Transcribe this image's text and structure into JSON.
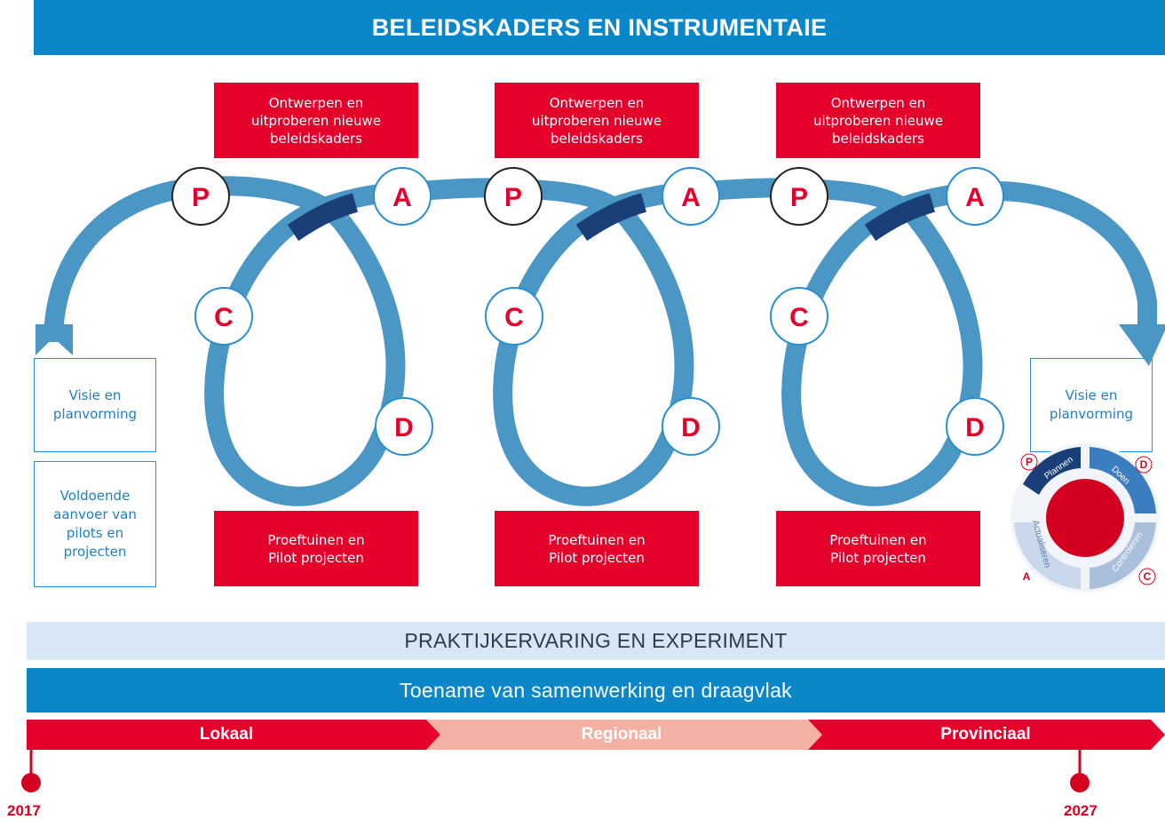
{
  "header": {
    "title": "BELEIDSKADERS EN INSTRUMENTAIE"
  },
  "top_boxes": [
    {
      "lines": [
        "Ontwerpen en",
        "uitproberen nieuwe",
        "beleidskaders"
      ]
    },
    {
      "lines": [
        "Ontwerpen en",
        "uitproberen nieuwe",
        "beleidskaders"
      ]
    },
    {
      "lines": [
        "Ontwerpen en",
        "uitproberen nieuwe",
        "beleidskaders"
      ]
    }
  ],
  "bottom_boxes": [
    {
      "lines": [
        "Proeftuinen en",
        "Pilot projecten"
      ]
    },
    {
      "lines": [
        "Proeftuinen en",
        "Pilot projecten"
      ]
    },
    {
      "lines": [
        "Proeftuinen en",
        "Pilot projecten"
      ]
    }
  ],
  "cycle_letters": {
    "p": "P",
    "a": "A",
    "c": "C",
    "d": "D"
  },
  "left_boxes": [
    {
      "lines": [
        "Visie en",
        "planvorming"
      ]
    },
    {
      "lines": [
        "Voldoende",
        "aanvoer van",
        "pilots en",
        "projecten"
      ]
    }
  ],
  "right_box": {
    "lines": [
      "Visie en",
      "planvorming"
    ]
  },
  "pdca_wheel": {
    "letters": [
      "P",
      "D",
      "C",
      "A"
    ],
    "labels": [
      "Plannen",
      "Doen",
      "Controleren",
      "Actualiseren"
    ]
  },
  "bands": {
    "light": "PRAKTIJKERVARING EN EXPERIMENT",
    "blue": "Toename van samenwerking en draagvlak"
  },
  "timeline": {
    "stages": [
      "Lokaal",
      "Regionaal",
      "Provinciaal"
    ],
    "start_year": "2017",
    "end_year": "2027"
  },
  "colors": {
    "red": "#e4002b",
    "blue": "#0a86c9",
    "loop_blue": "#4a97c6",
    "dark_blue": "#1a3f78",
    "light_band": "#d7e7f6",
    "salmon": "#f2b1a2"
  }
}
